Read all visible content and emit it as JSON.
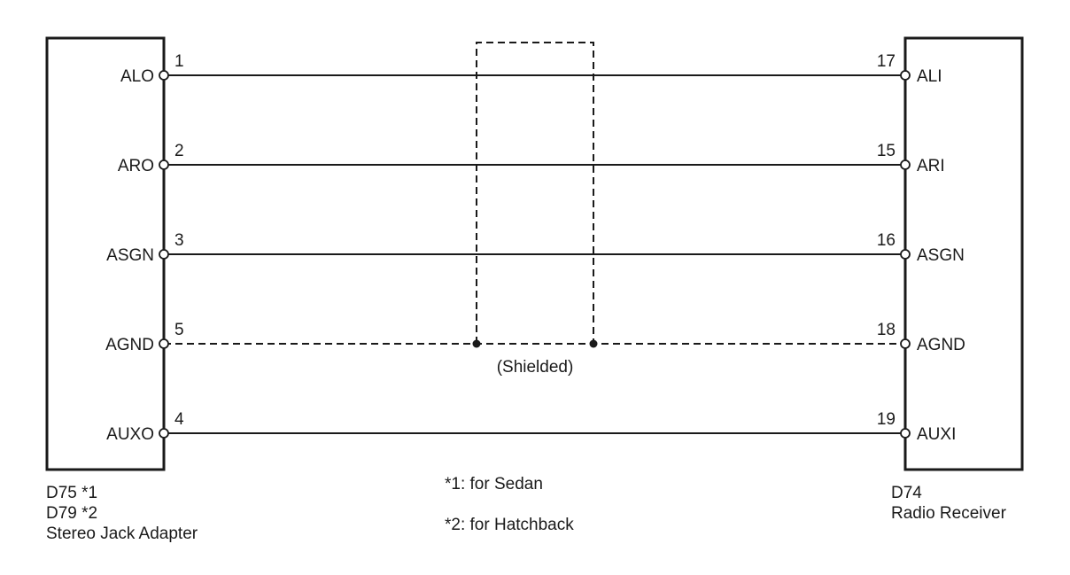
{
  "left_connector": {
    "code_1": "D75 *1",
    "code_2": "D79 *2",
    "name": "Stereo Jack Adapter"
  },
  "right_connector": {
    "code": "D74",
    "name": "Radio Receiver"
  },
  "wires": [
    {
      "left_label": "ALO",
      "left_pin": "1",
      "right_pin": "17",
      "right_label": "ALI",
      "style": "solid"
    },
    {
      "left_label": "ARO",
      "left_pin": "2",
      "right_pin": "15",
      "right_label": "ARI",
      "style": "solid"
    },
    {
      "left_label": "ASGN",
      "left_pin": "3",
      "right_pin": "16",
      "right_label": "ASGN",
      "style": "solid"
    },
    {
      "left_label": "AGND",
      "left_pin": "5",
      "right_pin": "18",
      "right_label": "AGND",
      "style": "dashed"
    },
    {
      "left_label": "AUXO",
      "left_pin": "4",
      "right_pin": "19",
      "right_label": "AUXI",
      "style": "solid"
    }
  ],
  "shield": {
    "label": "(Shielded)"
  },
  "notes": {
    "note_1": "*1: for Sedan",
    "note_2": "*2: for Hatchback"
  }
}
